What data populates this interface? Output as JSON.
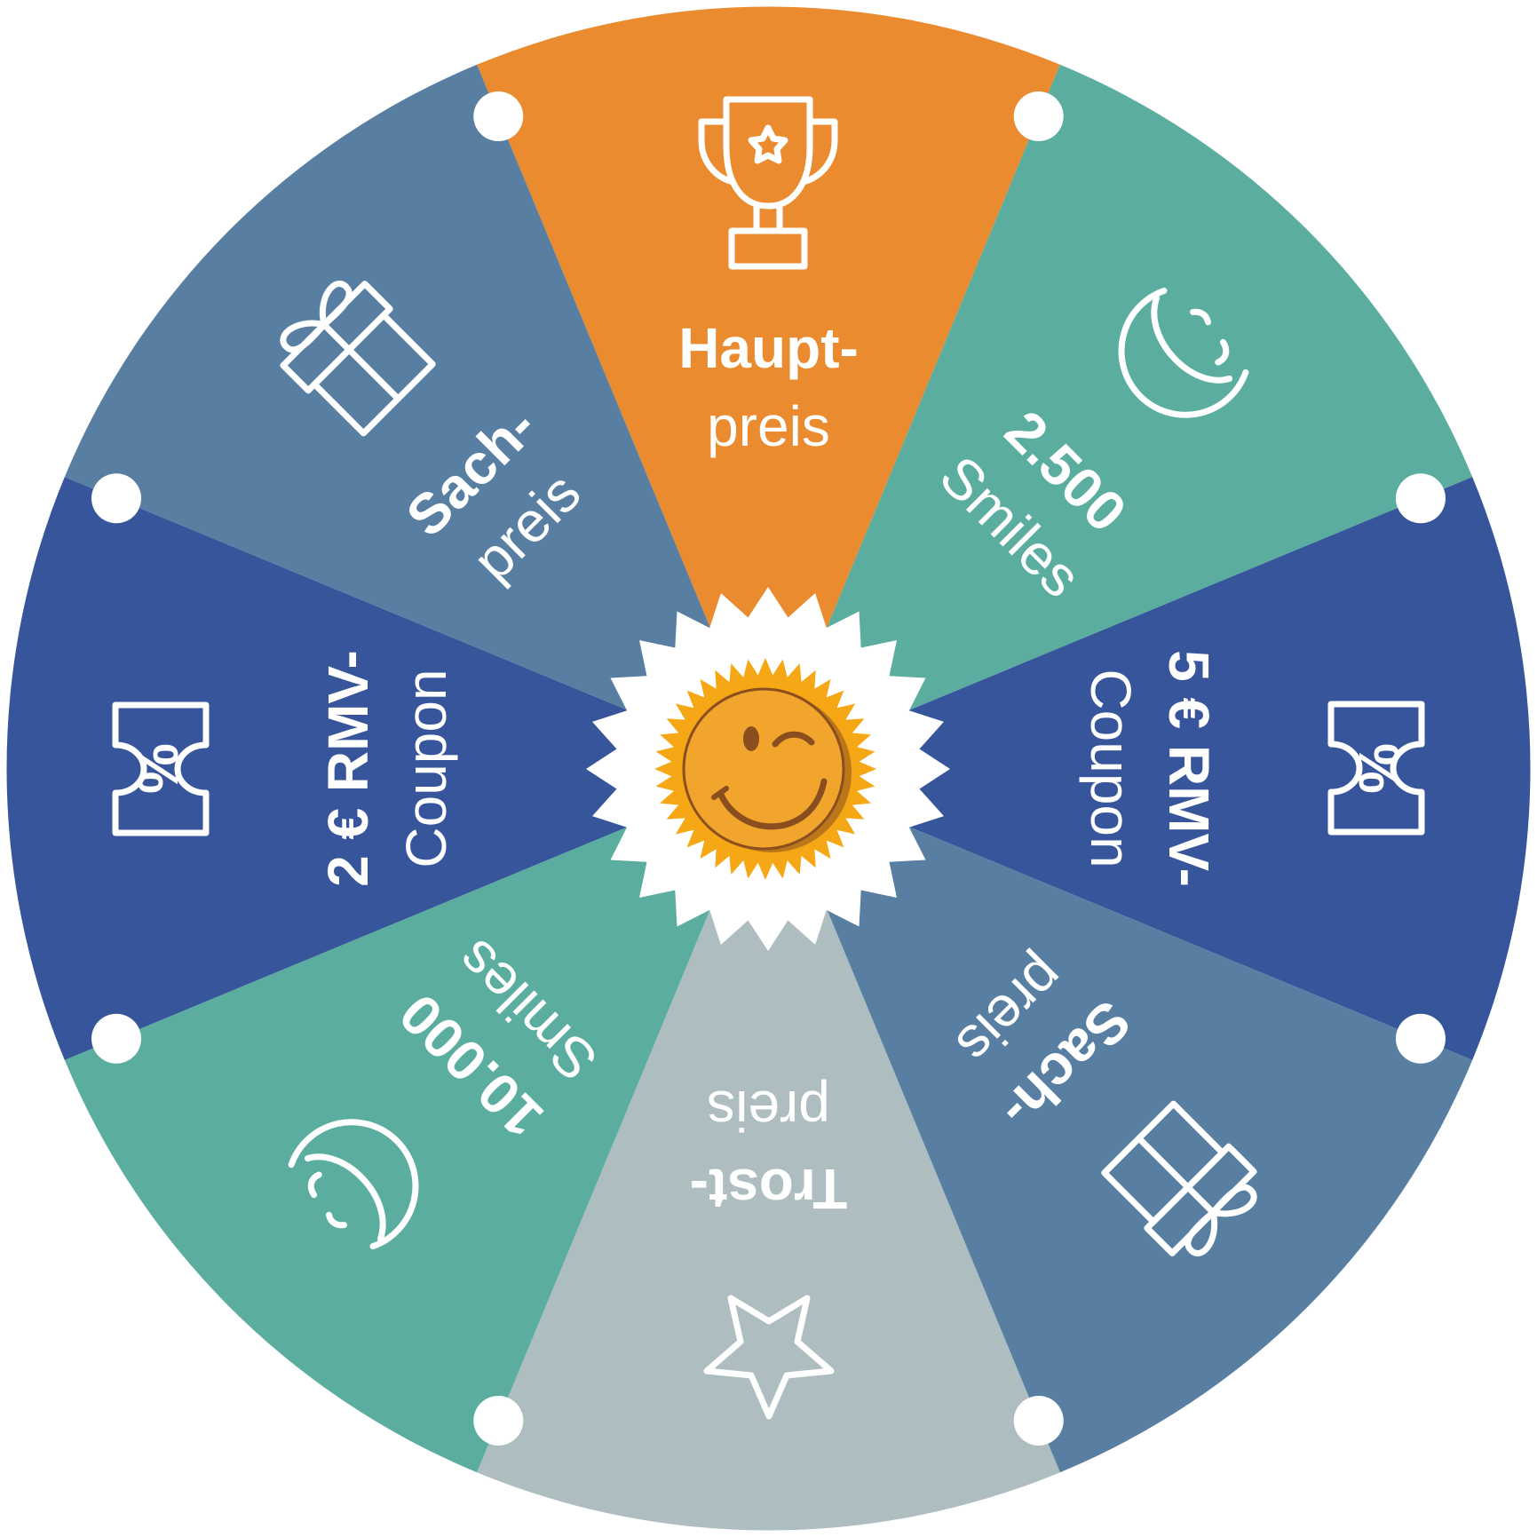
{
  "wheel": {
    "segments": [
      {
        "id": "hauptpreis",
        "line1": "Haupt-",
        "line2": "preis",
        "color": "#E98B2E",
        "icon": "trophy-icon"
      },
      {
        "id": "2500-smiles",
        "line1": "2.500",
        "line2": "Smiles",
        "color": "#5BAE9F",
        "icon": "smile-icon"
      },
      {
        "id": "5-eur-coupon",
        "line1": "5 € RMV-",
        "line2": "Coupon",
        "color": "#37559B",
        "icon": "coupon-icon"
      },
      {
        "id": "sachpreis-2",
        "line1": "Sach-",
        "line2": "preis",
        "color": "#587FA2",
        "icon": "gift-icon"
      },
      {
        "id": "trostpreis",
        "line1": "Trost-",
        "line2": "preis",
        "color": "#ADBDC0",
        "icon": "star-icon"
      },
      {
        "id": "10000-smiles",
        "line1": "10.000",
        "line2": "Smiles",
        "color": "#5BAE9F",
        "icon": "smile-icon"
      },
      {
        "id": "2-eur-coupon",
        "line1": "2 € RMV-",
        "line2": "Coupon",
        "color": "#37559B",
        "icon": "coupon-icon"
      },
      {
        "id": "sachpreis-1",
        "line1": "Sach-",
        "line2": "preis",
        "color": "#587FA2",
        "icon": "gift-icon"
      }
    ],
    "coupon_symbol": "%",
    "center_icon": "winking-smiley-icon",
    "colors": {
      "peg": "#ffffff",
      "burst": "#ffffff",
      "sun_ring": "#F6A716",
      "smiley_face": "#F2A52C",
      "smiley_features": "#8A4E1F"
    }
  }
}
